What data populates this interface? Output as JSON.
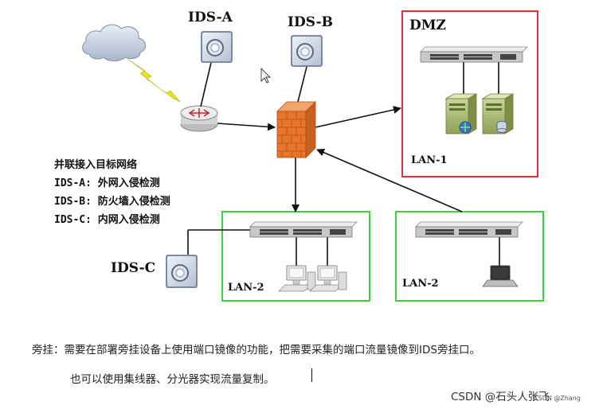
{
  "labels": {
    "ids_a": "IDS-A",
    "ids_b": "IDS-B",
    "ids_c": "IDS-C",
    "dmz": "DMZ",
    "lan1": "LAN-1",
    "lan2_left": "LAN-2",
    "lan2_right": "LAN-2"
  },
  "legend": {
    "line1": "并联接入目标网络",
    "line2": "IDS-A: 外网入侵检测",
    "line3": "IDS-B: 防火墙入侵检测",
    "line4": "IDS-C: 内网入侵检测"
  },
  "caption": {
    "line1": "旁挂：需要在部署旁挂设备上使用端口镜像的功能，把需要采集的端口流量镜像到IDS旁挂口。",
    "line2": "也可以使用集线器、分光器实现流量复制。"
  },
  "watermark": {
    "main": "CSDN @石头人张飞",
    "small": "CSDN @Zhang"
  },
  "colors": {
    "dmz_border": "#e0313a",
    "lan_border": "#3fd23f",
    "firewall": "#e9752b",
    "router": "#d9d9d9",
    "bolt": "#e7e21c"
  }
}
